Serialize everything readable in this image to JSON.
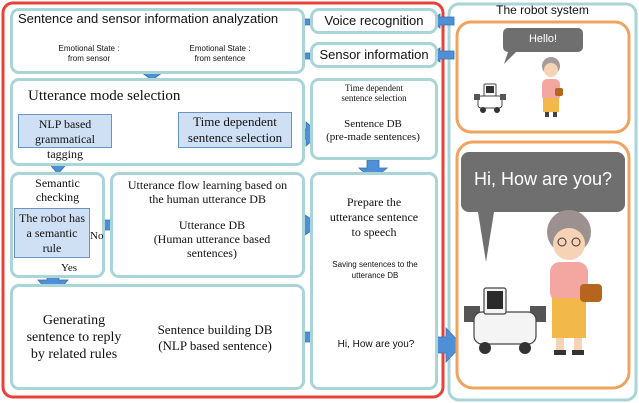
{
  "analyzer": {
    "title": "Sentence and sensor information analyzation",
    "db_sensor": [
      "Emotional State :",
      "from sensor"
    ],
    "db_sentence": [
      "Emotional State :",
      "from sentence"
    ]
  },
  "inputs": {
    "voice": "Voice recognition",
    "sensor": "Sensor information"
  },
  "utterance_mode": {
    "title": "Utterance mode selection",
    "nlp_tagging": [
      "NLP based",
      "grammatical tagging"
    ],
    "time_dependent": [
      "Time dependent",
      "sentence selection"
    ]
  },
  "sentence_db_panel": {
    "title": [
      "Time dependent",
      "sentence selection"
    ],
    "db": [
      "Sentence DB",
      "(pre-made sentences)"
    ]
  },
  "semantic": {
    "title": [
      "Semantic",
      "checking"
    ],
    "question": [
      "The robot has",
      "a semantic",
      "rule"
    ],
    "no_label": "No",
    "yes_label": "Yes"
  },
  "flow_learning": {
    "title": [
      "Utterance flow learning based on",
      "the human utterance DB"
    ],
    "db": [
      "Utterance DB",
      "(Human utterance based",
      "sentences)"
    ]
  },
  "prepare": {
    "title": [
      "Prepare the",
      "utterance sentence",
      "to speech"
    ],
    "db": [
      "Saving sentences to the",
      "utterance DB"
    ]
  },
  "generating": {
    "text": [
      "Generating",
      "sentence to reply",
      "by related rules"
    ],
    "db": [
      "Sentence building DB",
      "(NLP based sentence)"
    ]
  },
  "output_bubble": "Hi, How are you?",
  "robot_system": {
    "title": "The robot system",
    "speech_small": "Hello!",
    "speech_large": "Hi, How are you?"
  },
  "colors": {
    "panel_border": "#a9d4d8",
    "main_frame": "#e8413a",
    "robot_frame": "#f0a35e",
    "db_fill": "#c3d7f0",
    "box_fill": "#cfe0f5",
    "arrow": "#4f8fd6",
    "bubble_border": "#e8a21e"
  }
}
